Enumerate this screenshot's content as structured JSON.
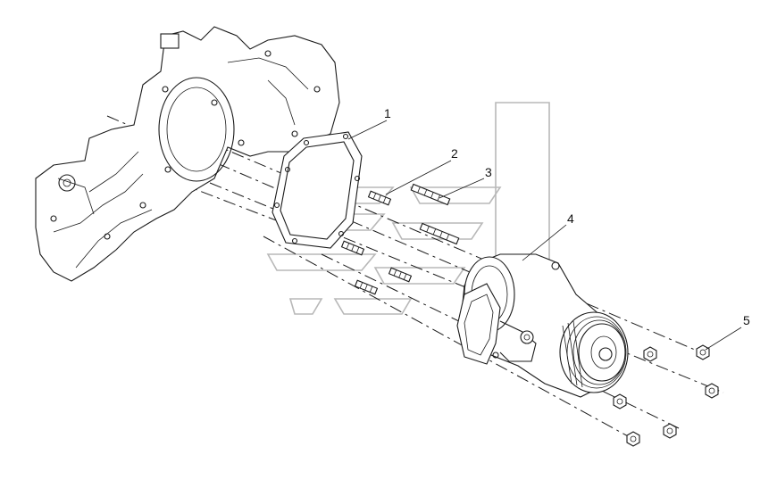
{
  "diagram": {
    "callouts": [
      {
        "id": "1",
        "label": "1"
      },
      {
        "id": "2",
        "label": "2"
      },
      {
        "id": "3",
        "label": "3"
      },
      {
        "id": "4",
        "label": "4"
      },
      {
        "id": "5",
        "label": "5"
      }
    ],
    "colors": {
      "line": "#1a1a1a",
      "watermark": "#b8b8b8",
      "background": "#ffffff"
    }
  }
}
